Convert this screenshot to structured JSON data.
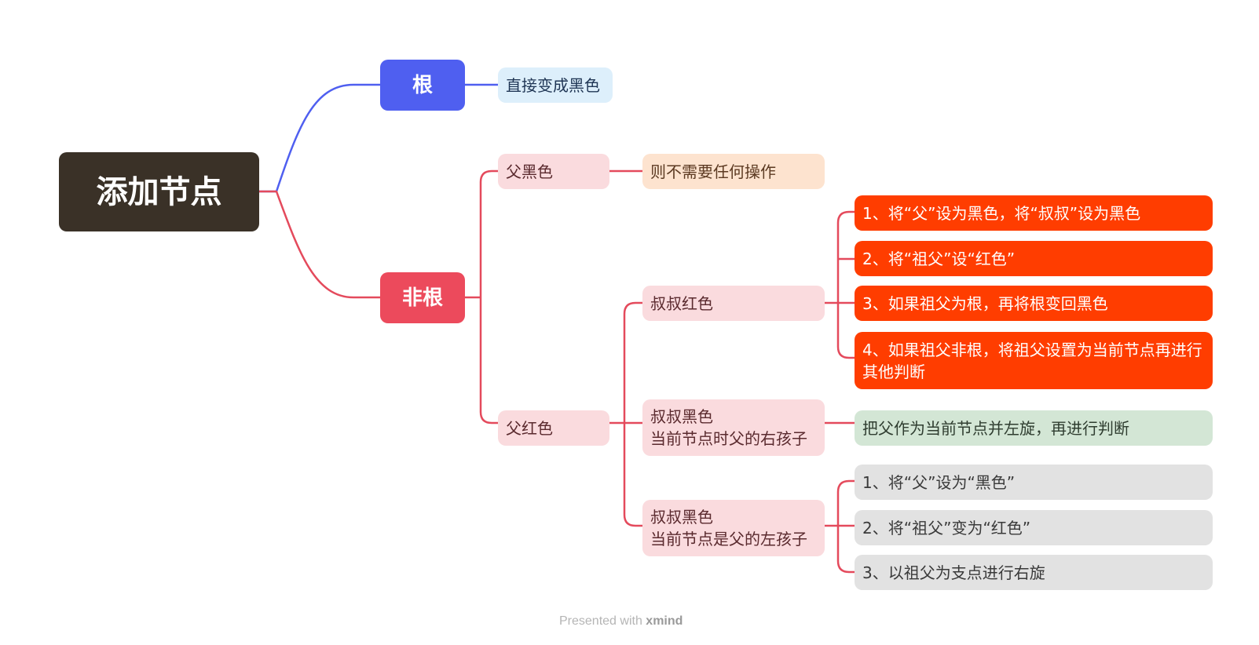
{
  "root": {
    "label": "添加节点"
  },
  "branches": {
    "gen": {
      "label": "根",
      "child": "直接变成黑色"
    },
    "feigen": {
      "label": "非根",
      "father_black": {
        "label": "父黑色",
        "child": "则不需要任何操作"
      },
      "father_red": {
        "label": "父红色",
        "uncle_red": {
          "label": "叔叔红色",
          "steps": [
            "1、将“父”设为黑色，将“叔叔”设为黑色",
            "2、将“祖父”设“红色”",
            "3、如果祖父为根，再将根变回黑色",
            "4、如果祖父非根，将祖父设置为当前节点再进行其他判断"
          ]
        },
        "uncle_black_right": {
          "label": "叔叔黑色\n当前节点时父的右孩子",
          "child": "把父作为当前节点并左旋，再进行判断"
        },
        "uncle_black_left": {
          "label": "叔叔黑色\n当前节点是父的左孩子",
          "steps": [
            "1、将“父”设为“黑色”",
            "2、将“祖父”变为“红色”",
            "3、以祖父为支点进行右旋"
          ]
        }
      }
    }
  },
  "footer": {
    "prefix": "Presented with",
    "brand": "xmind"
  },
  "colors": {
    "root": "#3a3127",
    "gen": "#4f5ff0",
    "feigen": "#ec4a5c",
    "link_blue": "#4f5ff0",
    "link_red": "#e44a5c",
    "orange": "#ff3d00",
    "pink": "#fadbde",
    "green": "#d3e6d5",
    "gray": "#e2e2e2",
    "peach": "#fde3cf",
    "lightblue": "#ddeffb"
  }
}
